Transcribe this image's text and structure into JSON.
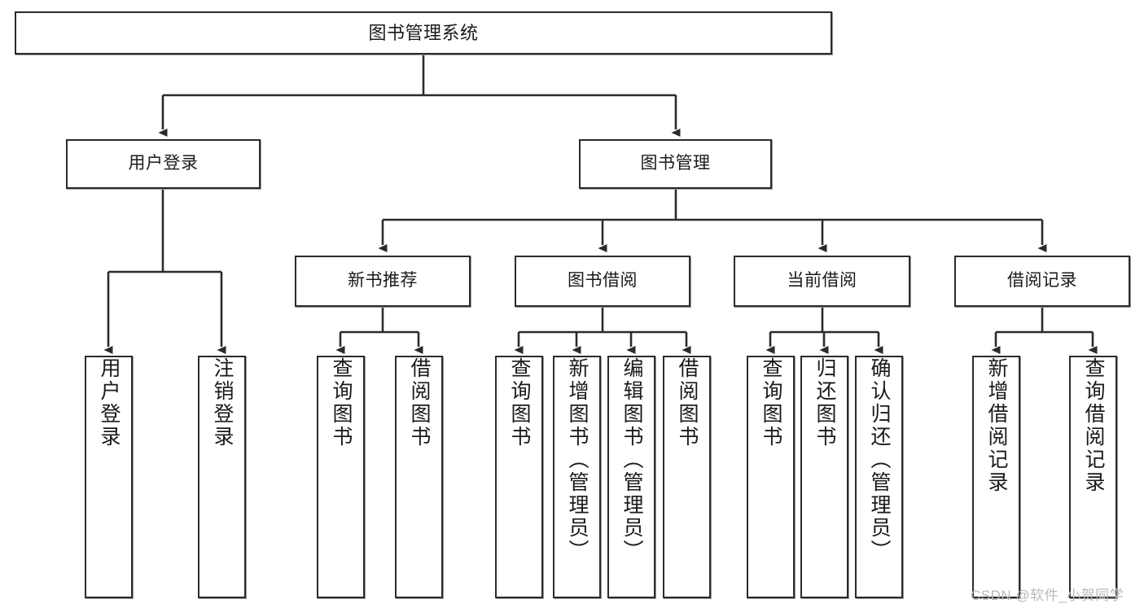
{
  "diagram": {
    "type": "hierarchy-tree",
    "title": "图书管理系统",
    "root": {
      "label": "图书管理系统"
    },
    "level2": [
      {
        "label": "用户登录"
      },
      {
        "label": "图书管理"
      }
    ],
    "level3": [
      {
        "label": "新书推荐"
      },
      {
        "label": "图书借阅"
      },
      {
        "label": "当前借阅"
      },
      {
        "label": "借阅记录"
      }
    ],
    "leaves": {
      "user_login": [
        {
          "label": "用户登录"
        },
        {
          "label": "注销登录"
        }
      ],
      "new_book_recommend": [
        {
          "label": "查询图书"
        },
        {
          "label": "借阅图书"
        }
      ],
      "book_borrow": [
        {
          "label": "查询图书"
        },
        {
          "label": "新增图书（管理员）"
        },
        {
          "label": "编辑图书（管理员）"
        },
        {
          "label": "借阅图书"
        }
      ],
      "current_borrow": [
        {
          "label": "查询图书"
        },
        {
          "label": "归还图书"
        },
        {
          "label": "确认归还（管理员）"
        }
      ],
      "borrow_record": [
        {
          "label": "新增借阅记录"
        },
        {
          "label": "查询借阅记录"
        }
      ]
    }
  },
  "watermark": {
    "text": "CSDN @软件_小贺同学"
  },
  "colors": {
    "border": "#2b2b2b",
    "background": "#ffffff",
    "text": "#1a1a1a",
    "connector": "#2b2b2b",
    "watermark": "#b9b9b9"
  }
}
